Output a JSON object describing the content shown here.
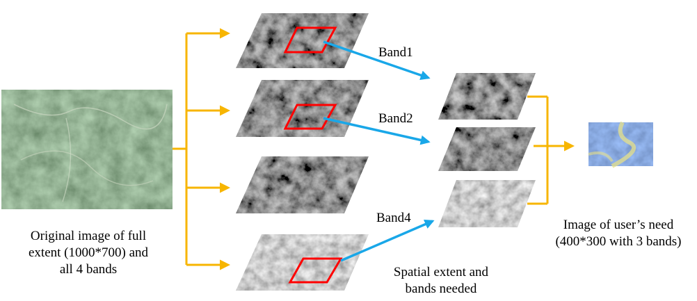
{
  "colors": {
    "flow_arrow": "#f7b500",
    "band_arrow": "#19a7e8",
    "extent_box": "#ff0000",
    "terrain_green": "#3f6a3a",
    "output_blue": "#3a55b8"
  },
  "icons": [
    "satellite-image",
    "band-image",
    "extent-rectangle",
    "composite-image"
  ],
  "labels": {
    "source_line1": "Original image of full",
    "source_line2": "extent (1000*700) and",
    "source_line3": "all 4 bands",
    "band1": "Band1",
    "band2": "Band2",
    "band4": "Band4",
    "needed_line1": "Spatial extent and",
    "needed_line2": "bands needed",
    "output_line1": "Image of user’s need",
    "output_line2": "(400*300 with 3 bands)"
  }
}
